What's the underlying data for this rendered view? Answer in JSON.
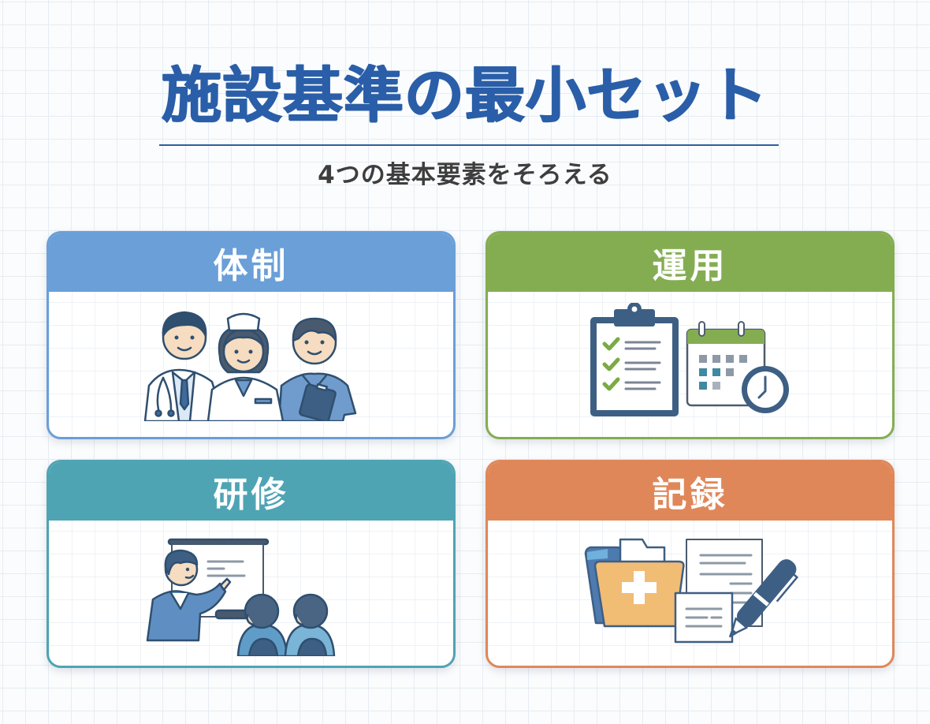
{
  "header": {
    "title": "施設基準の最小セット",
    "subtitle": "4つの基本要素をそろえる"
  },
  "colors": {
    "title": "#2a5ea8",
    "taisei": "#6a9fd8",
    "unyou": "#84ad52",
    "kenshu": "#4fa4b4",
    "kiroku": "#e0875a"
  },
  "cards": [
    {
      "label": "体制",
      "icon": "medical-staff-icon",
      "color": "#6a9fd8"
    },
    {
      "label": "運用",
      "icon": "checklist-calendar-clock-icon",
      "color": "#84ad52"
    },
    {
      "label": "研修",
      "icon": "training-presentation-icon",
      "color": "#4fa4b4"
    },
    {
      "label": "記録",
      "icon": "medical-records-pen-icon",
      "color": "#e0875a"
    }
  ]
}
